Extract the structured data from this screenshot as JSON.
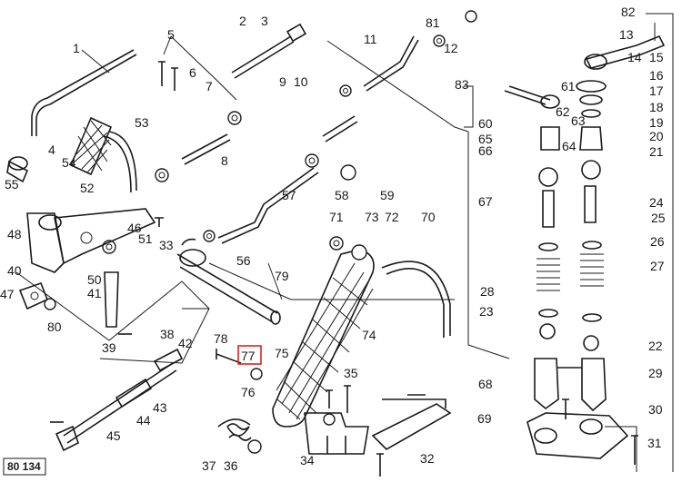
{
  "diagram": {
    "code": "80 134",
    "highlighted_label": "77",
    "labels": [
      "1",
      "2",
      "3",
      "4",
      "5",
      "6",
      "7",
      "8",
      "9",
      "10",
      "11",
      "12",
      "13",
      "14",
      "15",
      "16",
      "17",
      "18",
      "19",
      "20",
      "21",
      "22",
      "23",
      "24",
      "25",
      "26",
      "27",
      "28",
      "29",
      "30",
      "31",
      "32",
      "33",
      "34",
      "35",
      "36",
      "37",
      "38",
      "39",
      "40",
      "41",
      "42",
      "43",
      "44",
      "45",
      "46",
      "47",
      "48",
      "50",
      "51",
      "52",
      "53",
      "54",
      "55",
      "56",
      "57",
      "58",
      "59",
      "60",
      "61",
      "62",
      "63",
      "64",
      "65",
      "66",
      "67",
      "68",
      "69",
      "70",
      "71",
      "72",
      "73",
      "74",
      "75",
      "76",
      "77",
      "78",
      "79",
      "80",
      "81",
      "82",
      "83"
    ],
    "colors": {
      "ink": "#1a1a1a",
      "highlight": "#e02020",
      "paper": "#ffffff"
    }
  }
}
